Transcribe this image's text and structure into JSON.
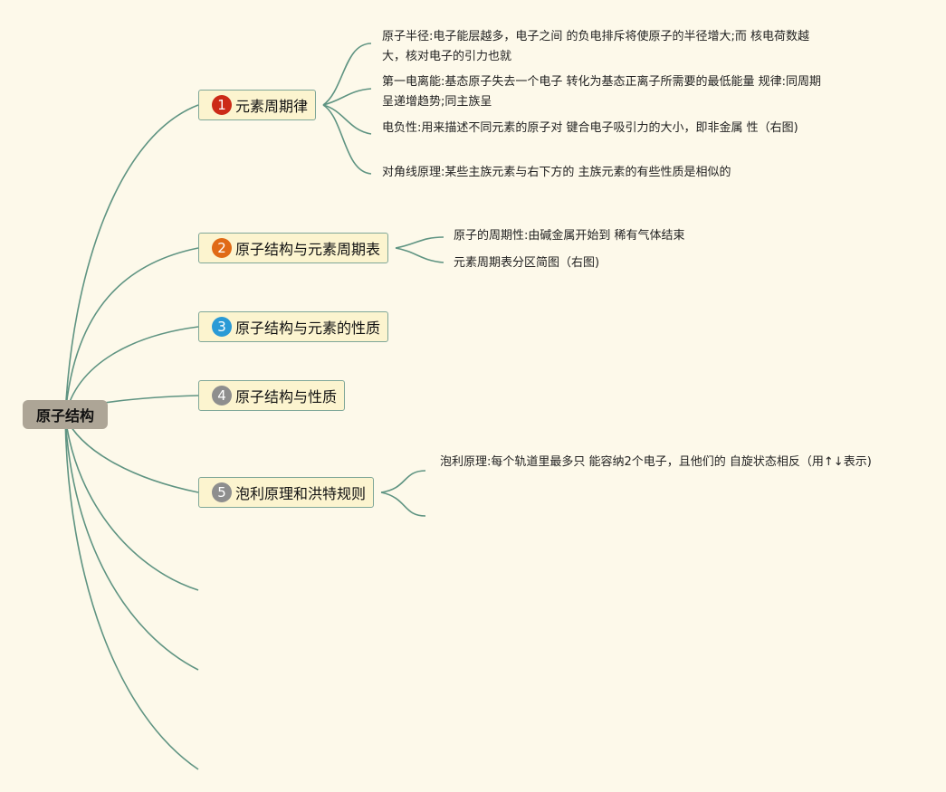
{
  "root": {
    "label": "原子结构"
  },
  "topics": [
    {
      "number": "1",
      "label": "元素周期律",
      "badge_color": "#cc2a17"
    },
    {
      "number": "2",
      "label": "原子结构与元素周期表",
      "badge_color": "#e06a16"
    },
    {
      "number": "3",
      "label": "原子结构与元素的性质",
      "badge_color": "#2a9ad6"
    },
    {
      "number": "4",
      "label": "原子结构与性质",
      "badge_color": "#8e8e8e"
    },
    {
      "number": "5",
      "label": "泡利原理和洪特规则",
      "badge_color": "#8e8e8e"
    }
  ],
  "notes": {
    "t1": [
      "原子半径:电子能层越多，电子之间 的负电排斥将使原子的半径增大;而 核电荷数越大，核对电子的引力也就",
      "第一电离能:基态原子失去一个电子 转化为基态正离子所需要的最低能量 规律:同周期呈递增趋势;同主族呈",
      "电负性:用来描述不同元素的原子对 键合电子吸引力的大小，即非金属 性（右图)",
      "对角线原理:某些主族元素与右下方的 主族元素的有些性质是相似的"
    ],
    "t2": [
      "原子的周期性:由碱金属开始到 稀有气体结束",
      "元素周期表分区简图（右图)"
    ],
    "t5": [
      "泡利原理:每个轨道里最多只 能容纳2个电子，且他们的 自旋状态相反（用↑↓表示)"
    ]
  },
  "colors": {
    "background": "#fdf9ea",
    "connector": "#5f9482",
    "topic_fill": "#fcf4cf",
    "root_fill": "#ada596"
  }
}
